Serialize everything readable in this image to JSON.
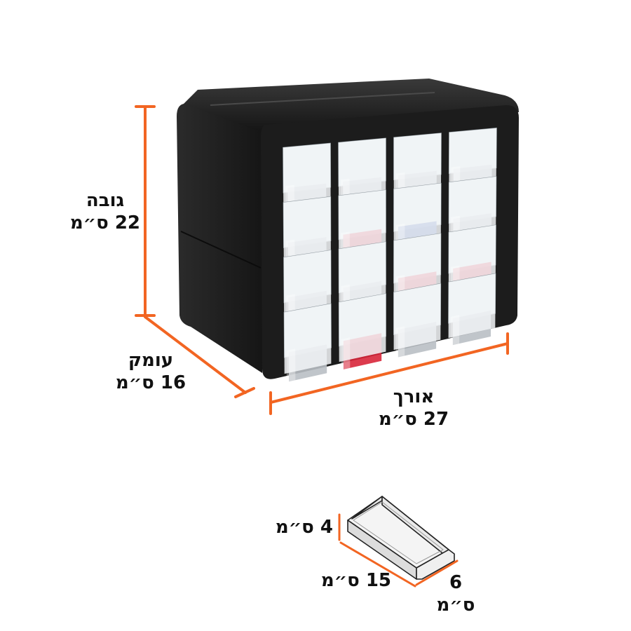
{
  "colors": {
    "accent": "#f26522",
    "cabinet": "#1c1c1c",
    "drawer_blue": "#2a4fa8",
    "drawer_red": "#d8263a",
    "drawer_metal": "#b9bfc4",
    "text": "#111111"
  },
  "cabinet": {
    "rows": 4,
    "columns": 4,
    "drawer_contents": [
      [
        "metal",
        "metal",
        "metal",
        "metal"
      ],
      [
        "metal",
        "red",
        "blue",
        "metal"
      ],
      [
        "metal",
        "metal",
        "red",
        "red"
      ],
      [
        "metal",
        "red",
        "metal",
        "metal"
      ]
    ]
  },
  "dimensions": {
    "height": {
      "name": "גובה",
      "value": "22 ס״מ"
    },
    "depth": {
      "name": "עומק",
      "value": "16 ס״מ"
    },
    "length": {
      "name": "אורך",
      "value": "27 ס״מ"
    }
  },
  "drawer_dimensions": {
    "height": "4 ס״מ",
    "length": "15 ס״מ",
    "width_value": "6",
    "width_unit": "ס״מ"
  }
}
